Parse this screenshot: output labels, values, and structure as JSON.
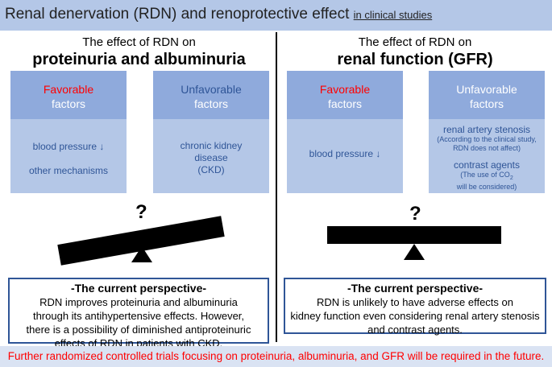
{
  "title": {
    "main": "Renal denervation (RDN) and renoprotective effect",
    "sub": "in clinical studies"
  },
  "left": {
    "head_line1": "The effect of RDN on",
    "head_line2": "proteinuria and albuminuria",
    "favorable_title_1": "Favorable",
    "favorable_title_2": "factors",
    "unfavorable_title_1": "Unfavorable",
    "unfavorable_title_2": "factors",
    "favorable_items": [
      "blood pressure ↓",
      "other mechanisms"
    ],
    "unfavorable_items": [
      "chronic kidney",
      "disease",
      "(CKD)"
    ],
    "question": "?",
    "perspective_title": "-The current perspective-",
    "perspective_lines": [
      "RDN improves proteinuria and albuminuria",
      "through its antihypertensive effects. However,",
      "there is a possibility of diminished antiproteinuric",
      "effects of RDN in patients with CKD."
    ]
  },
  "right": {
    "head_line1": "The effect of RDN on",
    "head_line2": "renal function (GFR)",
    "favorable_title_1": "Favorable",
    "favorable_title_2": "factors",
    "unfavorable_title_1": "Unfavorable",
    "unfavorable_title_2": "factors",
    "favorable_items": [
      "blood pressure ↓"
    ],
    "unfavorable_item1": "renal artery stenosis",
    "unfavorable_item1_note1": "(According to the clinical study,",
    "unfavorable_item1_note2": "RDN does not affect)",
    "unfavorable_item2": "contrast agents",
    "unfavorable_item2_note1": "(The use of CO",
    "unfavorable_item2_note_sub": "2",
    "unfavorable_item2_note2": "will be considered)",
    "question": "?",
    "perspective_title": "-The current perspective-",
    "perspective_lines": [
      "RDN is unlikely to have adverse effects on",
      "kidney function even considering renal artery stenosis",
      "and contrast agents."
    ]
  },
  "footer": "Further randomized controlled trials focusing on proteinuria, albuminuria, and GFR will be required in the future.",
  "colors": {
    "title_bar": "#b4c7e7",
    "box_dark": "#8faadc",
    "box_light": "#b4c7e7",
    "text_blue": "#2f5597",
    "text_red": "#ff0000",
    "footer_bar": "#dae3f3"
  }
}
